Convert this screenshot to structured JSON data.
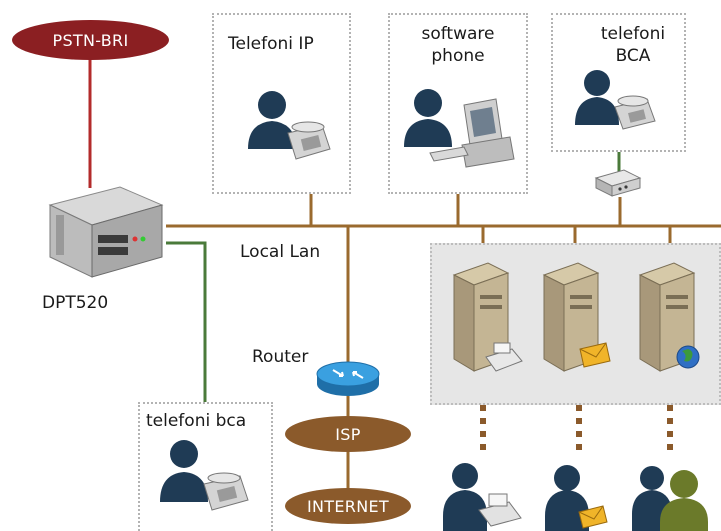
{
  "nodes": {
    "pstn": "PSTN-BRI",
    "dpt": "DPT520",
    "local_lan": "Local Lan",
    "router": "Router",
    "isp": "ISP",
    "internet": "INTERNET"
  },
  "boxes": {
    "ip_phones": "Telefoni IP",
    "software_phone": "software\nphone",
    "bca_phones_top": "telefoni\nBCA",
    "bca_phones_left": "telefoni bca"
  },
  "colors": {
    "pstn_oval": "#8b1f22",
    "brown_oval": "#8b5a2b",
    "lan_line": "#9a6a2e",
    "red_line": "#b32b2b",
    "green_line": "#4a7a3a",
    "person": "#1f3b55"
  }
}
